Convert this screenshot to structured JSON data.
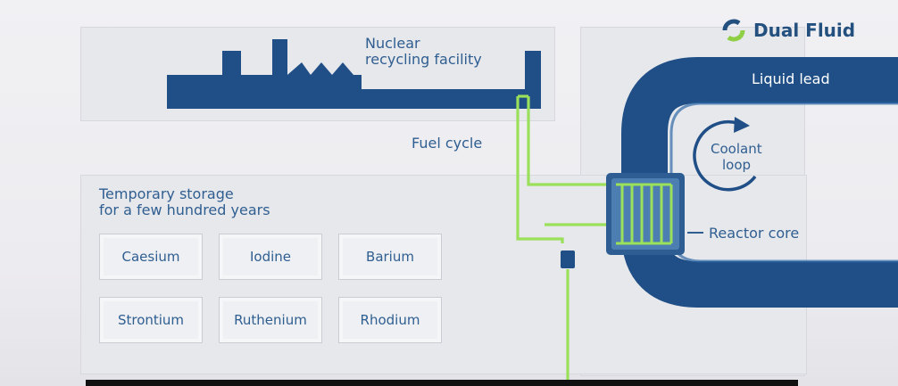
{
  "brand": {
    "name": "Dual Fluid",
    "logo_icon": "dual-fluid-logo-icon"
  },
  "facility": {
    "label_line1": "Nuclear",
    "label_line2": "recycling facility"
  },
  "fuel_cycle_label": "Fuel cycle",
  "storage": {
    "title_line1": "Temporary storage",
    "title_line2": "for a few hundred years",
    "elements": [
      "Caesium",
      "Iodine",
      "Barium",
      "Strontium",
      "Ruthenium",
      "Rhodium"
    ]
  },
  "coolant": {
    "pipe_label": "Liquid lead",
    "loop_line1": "Coolant",
    "loop_line2": "loop"
  },
  "reactor_core_label": "Reactor core",
  "colors": {
    "dark_blue": "#1f4f86",
    "light_green": "#9ae05a",
    "panel": "#e7e8ec",
    "text_blue": "#2f5e91"
  }
}
